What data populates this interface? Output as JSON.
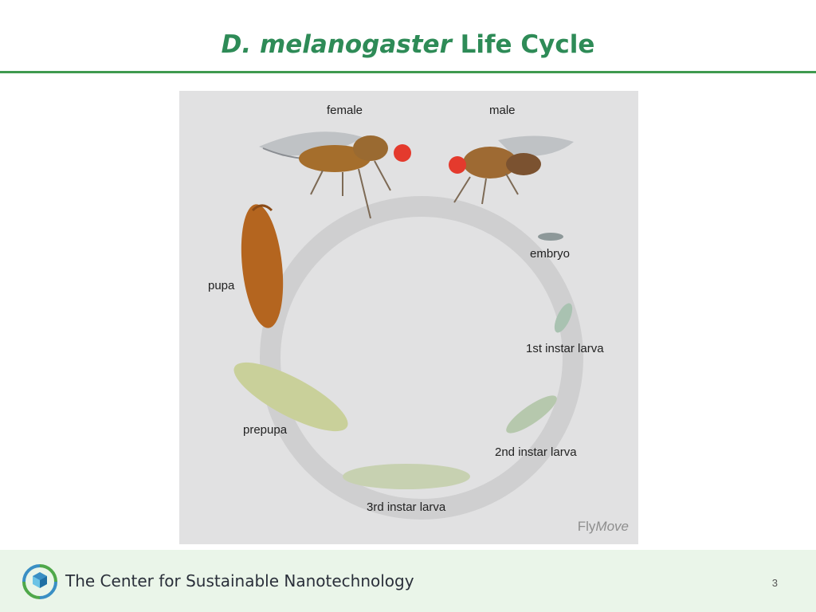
{
  "slide": {
    "title_italic": "D. melanogaster",
    "title_rest": "Life Cycle",
    "page_number": "3"
  },
  "diagram": {
    "stages": {
      "female": "female",
      "male": "male",
      "embryo": "embryo",
      "instar1": "1st instar larva",
      "instar2": "2nd instar larva",
      "instar3": "3rd instar larva",
      "prepupa": "prepupa",
      "pupa": "pupa"
    },
    "credit_plain": "Fly",
    "credit_italic": "Move"
  },
  "footer": {
    "organization": "The Center for Sustainable Nanotechnology"
  },
  "colors": {
    "title_green": "#2e8b57",
    "rule_green": "#3f9a4f",
    "footer_bg": "#eaf5e9",
    "figure_bg": "#e1e1e2"
  }
}
